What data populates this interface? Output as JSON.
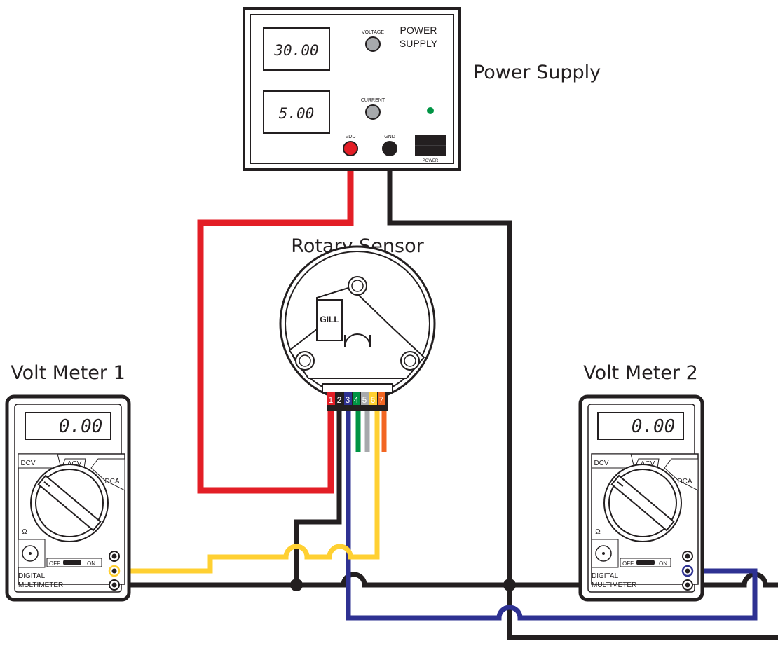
{
  "power_supply": {
    "caption": "Power Supply",
    "title_line1": "POWER",
    "title_line2": "SUPPLY",
    "voltage_display": "30.00",
    "current_display": "5.00",
    "voltage_knob_label": "VOLTAGE",
    "current_knob_label": "CURRENT",
    "vdd_label": "VDD",
    "gnd_label": "GND",
    "power_switch_label": "POWER"
  },
  "sensor": {
    "caption": "Rotary Sensor",
    "logo": "GILL",
    "pins": [
      "1",
      "2",
      "3",
      "4",
      "5",
      "6",
      "7"
    ]
  },
  "meter1": {
    "caption": "Volt Meter 1",
    "display": "0.00",
    "dcv": "DCV",
    "acv": "ACV",
    "dca": "DCA",
    "ohm": "Ω",
    "off": "OFF",
    "on": "ON",
    "brand_line1": "DIGITAL",
    "brand_line2": "MULTIMETER"
  },
  "meter2": {
    "caption": "Volt Meter 2",
    "display": "0.00",
    "dcv": "DCV",
    "acv": "ACV",
    "dca": "DCA",
    "ohm": "Ω",
    "off": "OFF",
    "on": "ON",
    "brand_line1": "DIGITAL",
    "brand_line2": "MULTIMETER"
  },
  "colors": {
    "vdd_wire": "#e31e26",
    "gnd_wire": "#231f20",
    "signal_wire_1": "#ffd032",
    "signal_wire_2": "#2e3192",
    "green_wire": "#009444",
    "grey_wire": "#a7a9ac",
    "orange_wire": "#f26522"
  }
}
